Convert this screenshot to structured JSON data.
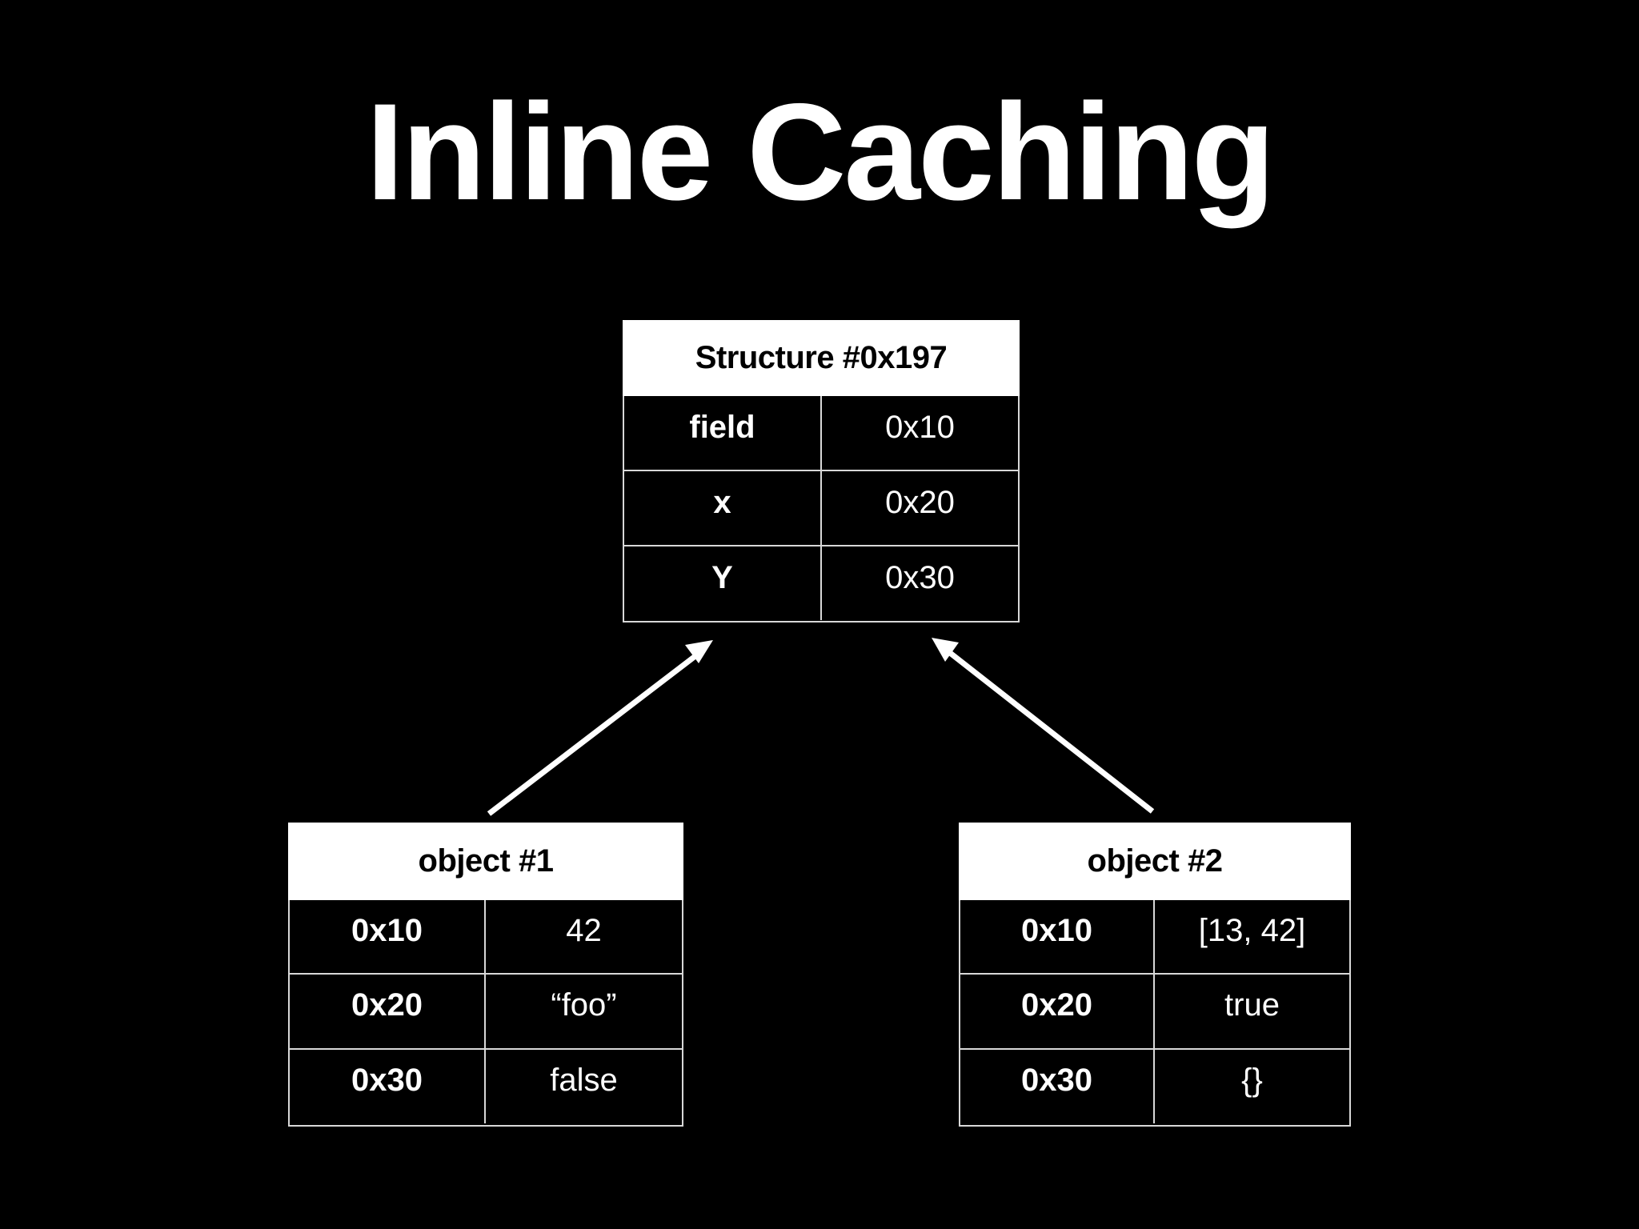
{
  "slide": {
    "title": "Inline Caching",
    "background_color": "#000000",
    "text_color": "#ffffff",
    "header_bg_color": "#ffffff",
    "header_text_color": "#000000",
    "border_color": "#d8d8d8"
  },
  "structure": {
    "header": "Structure #0x197",
    "rows": [
      {
        "key": "field",
        "value": "0x10"
      },
      {
        "key": "x",
        "value": "0x20"
      },
      {
        "key": "Y",
        "value": "0x30"
      }
    ]
  },
  "object1": {
    "header": "object #1",
    "rows": [
      {
        "key": "0x10",
        "value": "42"
      },
      {
        "key": "0x20",
        "value": "“foo”"
      },
      {
        "key": "0x30",
        "value": "false"
      }
    ]
  },
  "object2": {
    "header": "object #2",
    "rows": [
      {
        "key": "0x10",
        "value": "[13, 42]"
      },
      {
        "key": "0x20",
        "value": "true"
      },
      {
        "key": "0x30",
        "value": "{}"
      }
    ]
  },
  "arrows": [
    {
      "name": "object1-to-structure",
      "from": "object #1",
      "to": "Structure #0x197"
    },
    {
      "name": "object2-to-structure",
      "from": "object #2",
      "to": "Structure #0x197"
    }
  ]
}
